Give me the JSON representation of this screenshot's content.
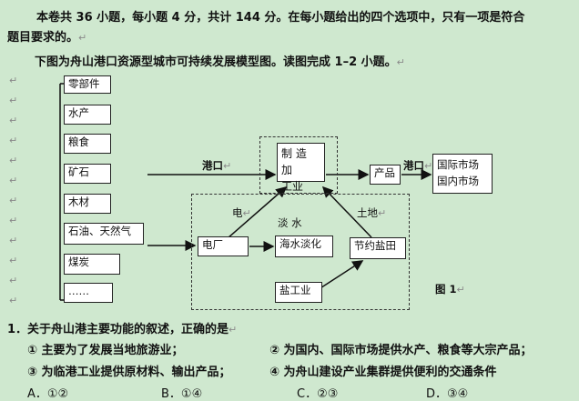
{
  "intro": "本卷共 36 小题，每小题 4 分，共计 144 分。在每小题给出的四个选项中，只有一项是符合",
  "intro_cont": "题目要求的。",
  "figure_caption_line": "下图为舟山港口资源型城市可持续发展模型图。读图完成 1–2 小题。",
  "diagram": {
    "left_items": [
      "零部件",
      "水产",
      "粮食",
      "矿石",
      "木材",
      "石油、天然气",
      "煤炭",
      "……"
    ],
    "port_label_left": "港口",
    "port_label_right": "港口",
    "manufacturing": "制 造 加\n工业",
    "product": "产品",
    "markets": "国际市场\n国内市场",
    "power_plant": "电厂",
    "desalination": "海水淡化",
    "salt_field": "节约盐田",
    "salt_industry": "盐工业",
    "electricity": "电",
    "fresh_water": "淡 水",
    "land": "土地",
    "figure_label": "图 1"
  },
  "question": {
    "stem": "1．关于舟山港主要功能的叙述，正确的是",
    "opt1": "①  主要为了发展当地旅游业；",
    "opt2": "②  为国内、国际市场提供水产、粮食等大宗产品；",
    "opt3": "③  为临港工业提供原材料、输出产品；",
    "opt4": "④  为舟山建设产业集群提供便利的交通条件",
    "choices": [
      "A．①②",
      "B．①④",
      "C．②③",
      "D．③④"
    ]
  },
  "para_mark": "↵"
}
